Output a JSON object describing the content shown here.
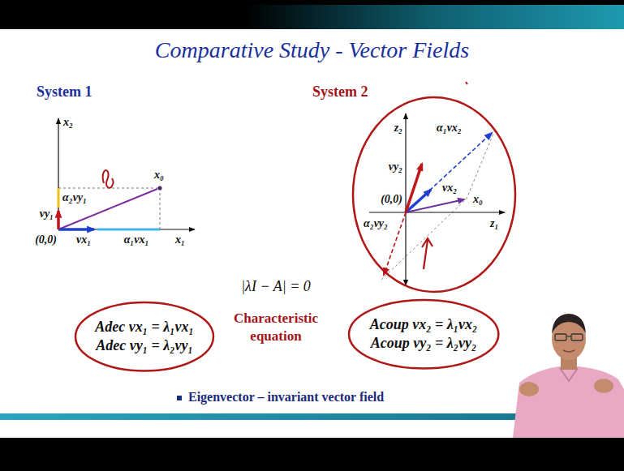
{
  "diagram": {
    "title": "Comparative Study - Vector Fields",
    "nodes": [
      {
        "text": [
          "Adec vx₁ = λ₁vx₁",
          "Adec vy₁ = λ₂vy₁"
        ]
      },
      {
        "text": [
          "Acoup vx₂ = λ₁vx₂",
          "Acoup vy₂ = λ₂vy₂"
        ]
      }
    ],
    "labels": [
      "System 1",
      "System 2",
      "x₂",
      "x₀",
      "α₂vy₁",
      "vy₁",
      "(0,0)",
      "vx₁",
      "α₁vx₁",
      "x₁",
      "z₂",
      "α₁vx₂",
      "vy₂",
      "vx₂",
      "x₀",
      "(0,0)",
      "α₂vy₂",
      "z₁",
      "|λI − A| = 0",
      "Characteristic equation",
      "Eigenvector – invariant vector field"
    ]
  }
}
